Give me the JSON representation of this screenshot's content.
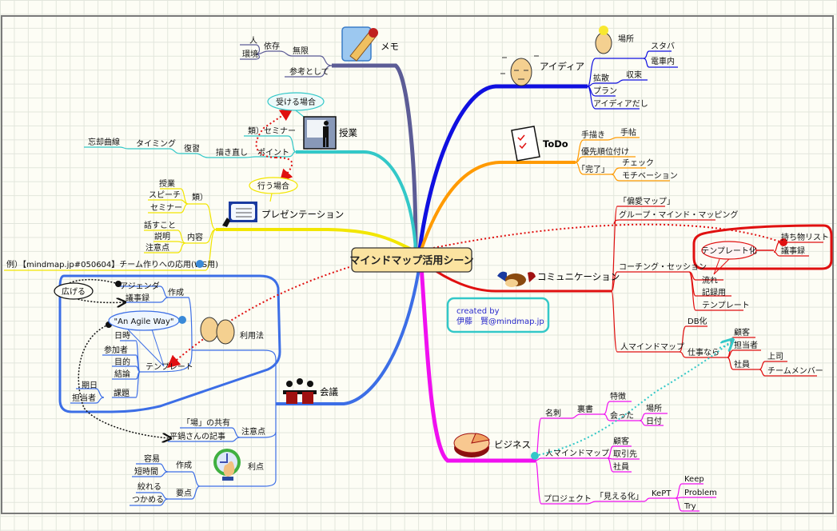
{
  "central": {
    "label": "マインドマップ活用シーン"
  },
  "credit": {
    "line1": "created by",
    "line2": "伊藤　賢@mindmap.jp"
  },
  "colors": {
    "memo": "#5c5c96",
    "jugyo": "#33c8c8",
    "presen": "#f2e600",
    "riyou": "#3c6ee6",
    "idea": "#1010e0",
    "todo": "#ff9a00",
    "comm": "#e01010",
    "biz": "#f010f0",
    "boundary_blue": "#3c6ee6",
    "boundary_red": "#e01010",
    "central_fill": "#fbe3a0"
  },
  "branches": {
    "memo": {
      "label": "メモ",
      "icon": "memo-pencil-icon",
      "children": [
        "無限",
        "依存",
        "人",
        "環境",
        "参考として"
      ]
    },
    "jugyo": {
      "label": "授業",
      "icon": "teacher-board-icon",
      "children": [
        "類）セミナー",
        "ポイント",
        "描き直し",
        "復習",
        "タイミング",
        "忘却曲線"
      ],
      "callouts": [
        "受ける場合",
        "行う場合"
      ]
    },
    "presen": {
      "label": "プレゼンテーション",
      "icon": "presentation-icon",
      "children": [
        "類）",
        "授業",
        "スピーチ",
        "セミナー",
        "内容",
        "話すこと",
        "説明",
        "注意点",
        "例）【mindmap.jp#050604】チーム作りへの応用(WS用)"
      ]
    },
    "riyou": {
      "label": "利用法",
      "icon": "whisper-people-icon",
      "children": [
        "作成",
        "アジェンダ",
        "議事録",
        "テンプレート",
        "日時",
        "参加者",
        "目的",
        "結論",
        "課題",
        "期日",
        "担当者"
      ],
      "callouts": [
        "広げる",
        "\"An Agile Way\""
      ]
    },
    "kaigi": {
      "label": "会議",
      "icon": "meeting-icon",
      "children": [
        "注意点",
        "「場」の共有",
        "平鍋さんの記事"
      ]
    },
    "riten": {
      "label": "利点",
      "icon": "clock-hand-icon",
      "children": [
        "作成",
        "容易",
        "短時間",
        "要点",
        "絞れる",
        "つかめる"
      ]
    },
    "idea": {
      "label": "アイディア",
      "icon": "thinking-head-icon",
      "sub_label": "場所",
      "sub_icon": "lightbulb-head-icon",
      "children": [
        "スタバ",
        "電車内",
        "拡散",
        "収束",
        "プラン",
        "アイディアだし"
      ]
    },
    "todo": {
      "label": "ToDo",
      "icon": "checklist-icon",
      "children": [
        "手描き",
        "手帖",
        "優先順位付け",
        "「完了」",
        "チェック",
        "モチベーション"
      ]
    },
    "comm": {
      "label": "コミュニケーション",
      "icon": "handshake-icon",
      "children": [
        "「偏愛マップ」",
        "グループ・マインド・マッピング",
        "コーチング・セッション",
        "持ち物リスト",
        "議事録",
        "流れ",
        "記録用",
        "テンプレート",
        "人マインドマップ",
        "DB化",
        "仕事なら",
        "顧客",
        "担当者",
        "社員",
        "上司",
        "チームメンバー"
      ],
      "callouts": [
        "テンプレート化"
      ]
    },
    "biz": {
      "label": "ビジネス",
      "icon": "pie-chart-icon",
      "children": [
        "名刺",
        "裏書",
        "特徴",
        "会った",
        "場所",
        "日付",
        "人マインドマップ",
        "顧客",
        "取引先",
        "社員",
        "プロジェクト",
        "「見える化」",
        "KePT",
        "Keep",
        "Problem",
        "Try"
      ]
    }
  }
}
